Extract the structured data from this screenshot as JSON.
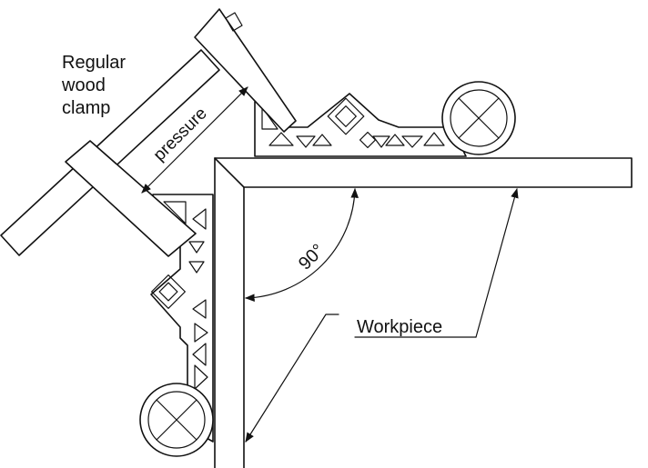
{
  "labels": {
    "clamp_line1": "Regular",
    "clamp_line2": "wood",
    "clamp_line3": "clamp",
    "pressure": "pressure",
    "angle": "90°",
    "workpiece": "Workpiece"
  },
  "colors": {
    "ink": "#111111",
    "background": "#ffffff"
  }
}
